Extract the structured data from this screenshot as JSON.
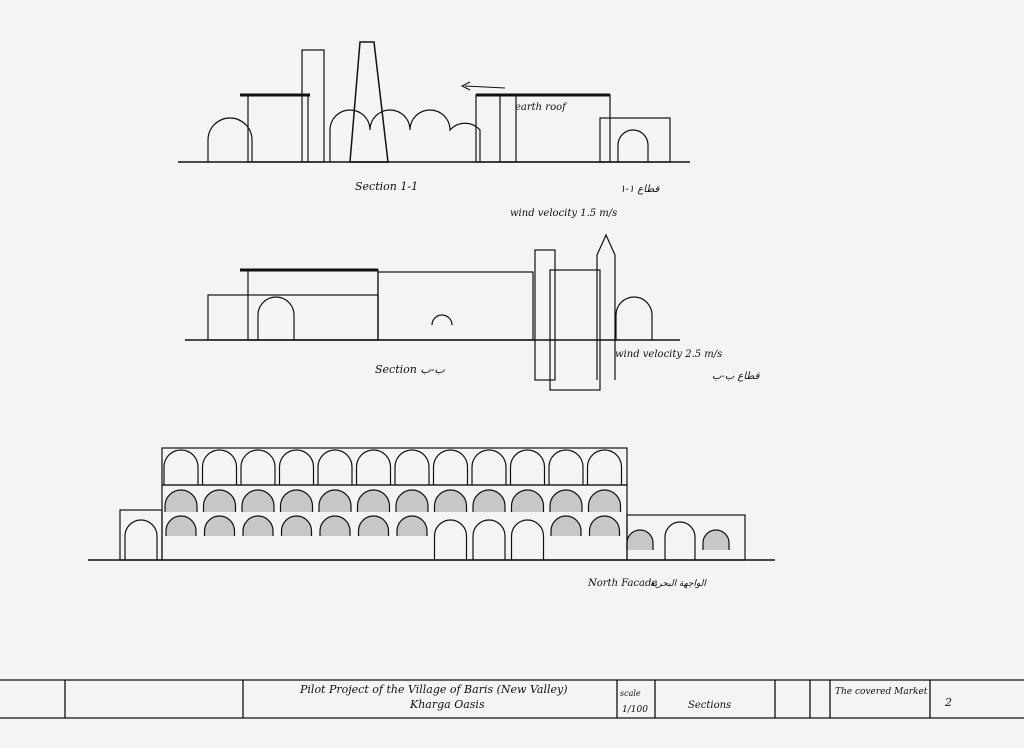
{
  "section_1": {
    "label": "Section 1-1",
    "label_arabic": "قطاع ١-١",
    "note_roof": "earth roof"
  },
  "section_2": {
    "label": "Section ب-ب",
    "label_arabic": "قطاع ب-ب",
    "note_wind_top": "wind velocity 1.5 m/s",
    "note_wind_bottom": "wind velocity 2.5 m/s"
  },
  "facade": {
    "label": "North Facade",
    "label_arabic": "الواجهة البحرية"
  },
  "title_block": {
    "project_line1": "Pilot Project of the Village of Baris (New Valley)",
    "project_line2": "Kharga Oasis",
    "scale_label": "scale",
    "scale_value": "1/100",
    "drawing_type": "Sections",
    "building": "The covered Market",
    "sheet_number": "2"
  }
}
